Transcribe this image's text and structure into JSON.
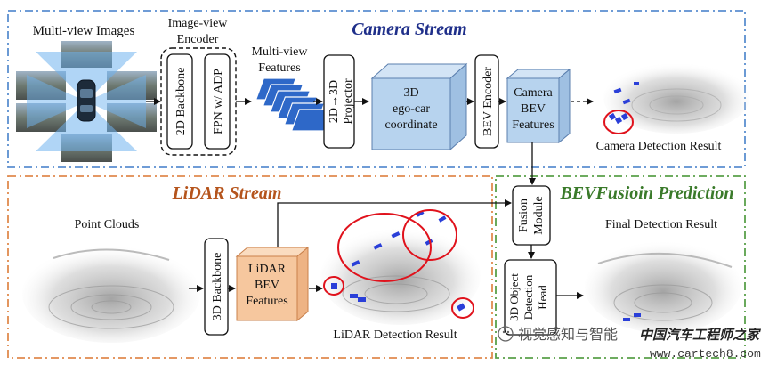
{
  "streams": {
    "camera": {
      "title": "Camera Stream",
      "color": "#5b8fd0",
      "title_color": "#1f2f8a"
    },
    "lidar": {
      "title": "LiDAR Stream",
      "color": "#e08a4e",
      "title_color": "#b5541c"
    },
    "fusion": {
      "title": "BEVFusioin Prediction",
      "color": "#5aa04a",
      "title_color": "#3a7a2a"
    }
  },
  "camera": {
    "input_label": "Multi-view Images",
    "encoder_title_line1": "Image-view",
    "encoder_title_line2": "Encoder",
    "backbone_label": "2D Backbone",
    "fpn_label": "FPN w/ ADP",
    "features_line1": "Multi-view",
    "features_line2": "Features",
    "projector_line1": "2D→3D",
    "projector_line2": "Projector",
    "cube_line1": "3D",
    "cube_line2": "ego-car",
    "cube_line3": "coordinate",
    "bev_encoder_label": "BEV Encoder",
    "bev_line1": "Camera",
    "bev_line2": "BEV",
    "bev_line3": "Features",
    "result_label": "Camera Detection Result"
  },
  "lidar": {
    "input_label": "Point Clouds",
    "backbone_label": "3D Backbone",
    "bev_line1": "LiDAR",
    "bev_line2": "BEV",
    "bev_line3": "Features",
    "result_label": "LiDAR Detection Result"
  },
  "fusion": {
    "module_line1": "Fusion",
    "module_line2": "Module",
    "head_line1": "3D Object",
    "head_line2": "Detection",
    "head_line3": "Head",
    "result_label": "Final Detection Result"
  },
  "watermark": {
    "text": "视觉感知与智能",
    "brand": "中国汽车工程师之家",
    "url": "www.cartech8.com"
  },
  "colors": {
    "cube_blue": "#b7d3ee",
    "cube_orange": "#f6c79e",
    "feature_blue": "#2e68c8",
    "detection_blue": "#2a3fd8",
    "highlight_red": "#e0121c"
  }
}
